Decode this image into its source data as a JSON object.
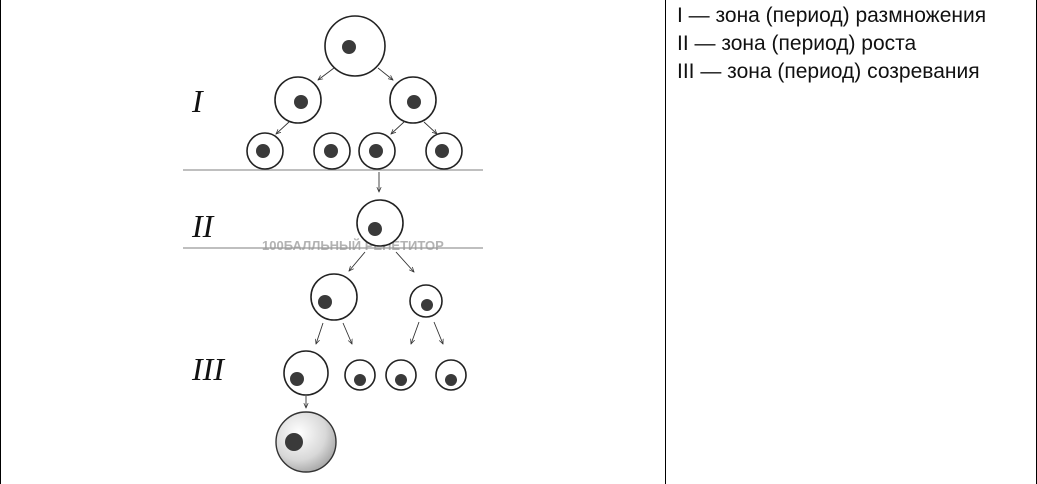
{
  "legend": [
    "I — зона (период) размножения",
    "II — зона (период) роста",
    "III — зона (период) созревания"
  ],
  "zones": [
    {
      "label": "I"
    },
    {
      "label": "II"
    },
    {
      "label": "III"
    }
  ],
  "watermark": "100БАЛЛЬНЫЙ РЕПЕТИТОР",
  "colors": {
    "cell_stroke": "#222222",
    "nucleus": "#3a3a3a",
    "egg_fill": "#d8d8d8",
    "zone_line": "#999999"
  }
}
